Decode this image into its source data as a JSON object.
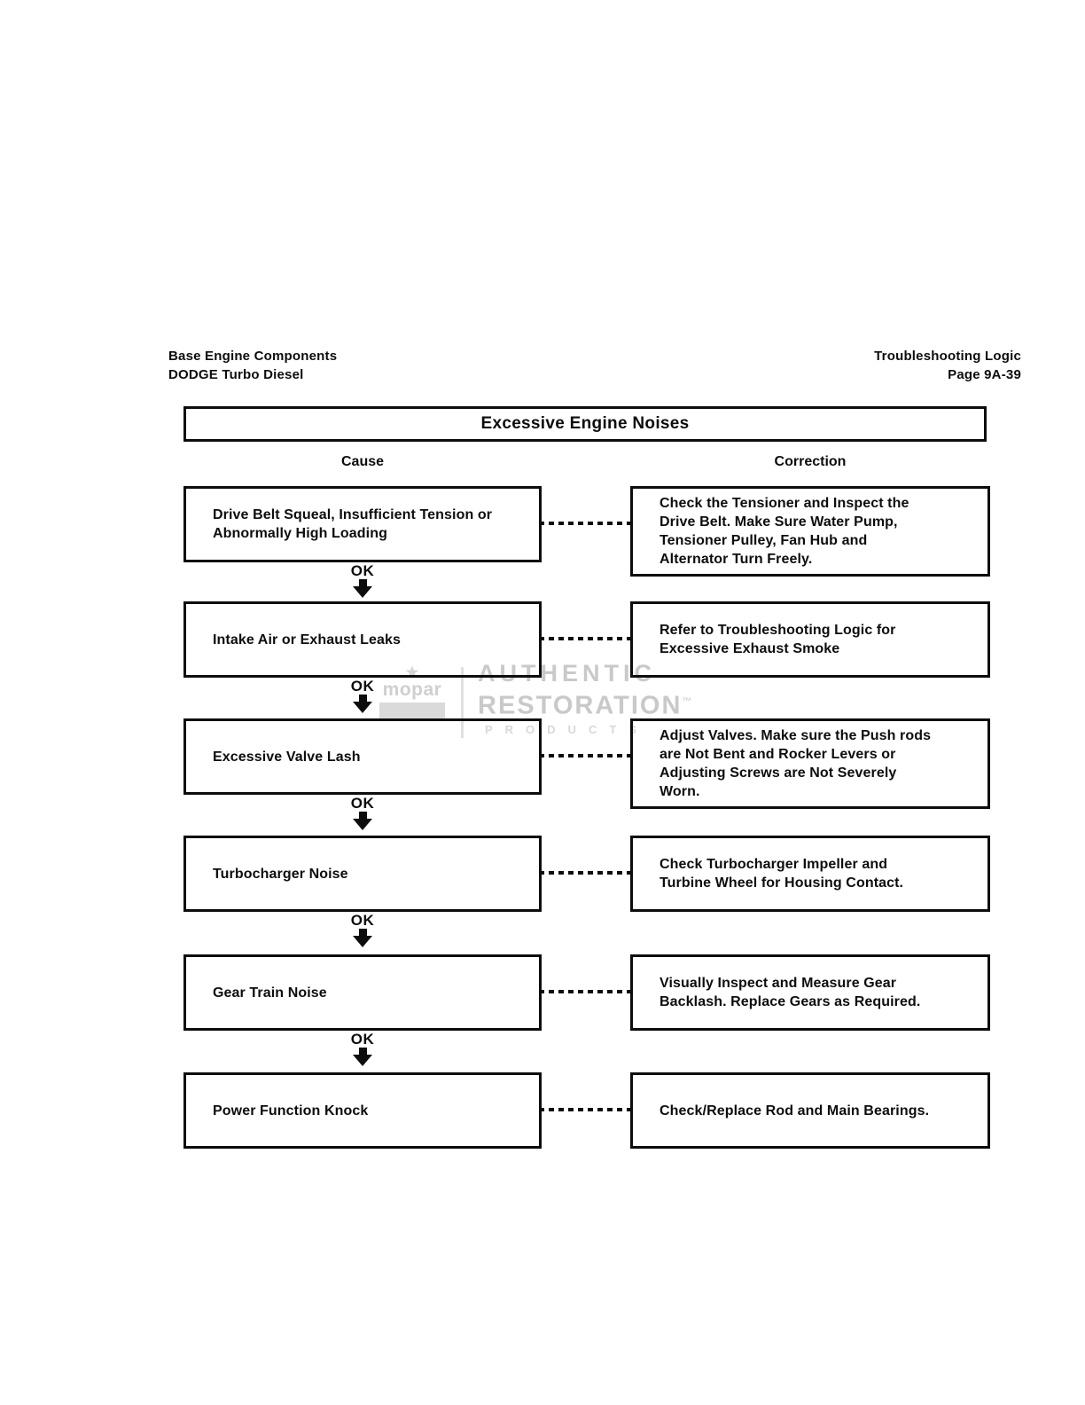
{
  "page_header": {
    "left_line1": "Base Engine Components",
    "left_line2": "DODGE Turbo Diesel",
    "right_line1": "Troubleshooting Logic",
    "right_line2": "Page 9A-39"
  },
  "flowchart": {
    "title": "Excessive Engine Noises",
    "cause_header": "Cause",
    "correction_header": "Correction",
    "ok_label": "OK",
    "rows": [
      {
        "cause": "Drive Belt Squeal, Insufficient Tension or Abnormally High Loading",
        "correction": "Check the Tensioner and Inspect the Drive Belt. Make Sure Water Pump, Tensioner Pulley, Fan Hub and Alternator Turn Freely."
      },
      {
        "cause": "Intake Air or Exhaust Leaks",
        "correction": "Refer to Troubleshooting Logic for Excessive Exhaust Smoke"
      },
      {
        "cause": "Excessive Valve Lash",
        "correction": "Adjust Valves. Make sure the Push rods are Not Bent and Rocker Levers or Adjusting Screws are Not Severely Worn."
      },
      {
        "cause": "Turbocharger Noise",
        "correction": "Check Turbocharger Impeller and Turbine Wheel for Housing Contact."
      },
      {
        "cause": "Gear Train Noise",
        "correction": "Visually Inspect and Measure Gear Backlash. Replace Gears as Required."
      },
      {
        "cause": "Power Function Knock",
        "correction": "Check/Replace Rod and Main Bearings."
      }
    ]
  },
  "watermark": {
    "brand": "mopar",
    "line1": "AUTHENTIC",
    "line2": "RESTORATION",
    "trademark": "™",
    "line3": "PRODUCTS",
    "color": "#c9c9c9"
  }
}
